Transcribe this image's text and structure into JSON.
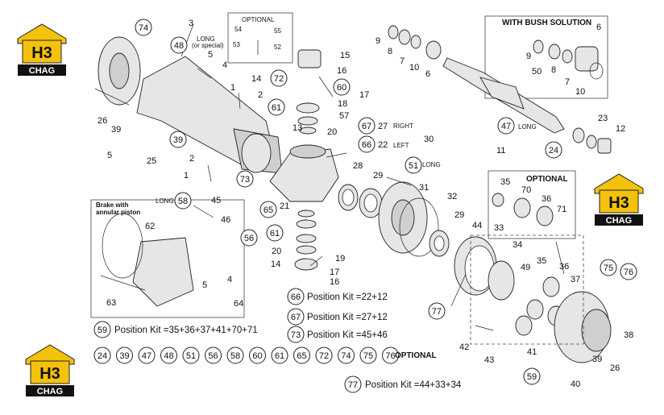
{
  "logos": {
    "top": "CHAG",
    "mid": "CHAG",
    "bottom": "CHAG",
    "mark": "H3"
  },
  "boxes": {
    "optional_top": "OPTIONAL",
    "bush": "WITH BUSH SOLUTION",
    "optional_right": "OPTIONAL",
    "brake_line1": "Brake with",
    "brake_line2": "annular piston"
  },
  "notes": {
    "long_special_1": "LONG",
    "long_special_2": "(or special)",
    "right": "RIGHT",
    "left": "LEFT",
    "long_51": "LONG",
    "long_47": "LONG",
    "long_58": "LONG"
  },
  "labels": {
    "p3": "3",
    "p5a": "5",
    "p4a": "4",
    "p1a": "1",
    "p2a": "2",
    "p26a": "26",
    "p39a": "39",
    "p5b": "5",
    "p25": "25",
    "p2b": "2",
    "p1b": "1",
    "p45": "45",
    "p46": "46",
    "p15": "15",
    "p14a": "14",
    "p16a": "16",
    "p17a": "17",
    "p18": "18",
    "p57": "57",
    "p13": "13",
    "p20a": "20",
    "p27": "27",
    "p22": "22",
    "p54": "54",
    "p55": "55",
    "p53": "53",
    "p52": "52",
    "p9a": "9",
    "p8a": "8",
    "p7a": "7",
    "p10a": "10",
    "p6a": "6",
    "p6b": "6",
    "p9b": "9",
    "p50": "50",
    "p8b": "8",
    "p7b": "7",
    "p10b": "10",
    "p23": "23",
    "p12": "12",
    "p11": "11",
    "p30": "30",
    "p28": "28",
    "p29a": "29",
    "p31": "31",
    "p32": "32",
    "p29b": "29",
    "p44": "44",
    "p33": "33",
    "p34": "34",
    "p49": "49",
    "p35a": "35",
    "p36a": "36",
    "p37": "37",
    "p35b": "35",
    "p70": "70",
    "p36b": "36",
    "p71": "71",
    "p38": "38",
    "p42": "42",
    "p43": "43",
    "p41": "41",
    "p39b": "39",
    "p26b": "26",
    "p40": "40",
    "p21": "21",
    "p19": "19",
    "p14b": "14",
    "p17b": "17",
    "p16b": "16",
    "p20b": "20",
    "p62": "62",
    "p63": "63",
    "p5c": "5",
    "p4b": "4",
    "p64": "64"
  },
  "callouts": {
    "c74": "74",
    "c48": "48",
    "c72": "72",
    "c60": "60",
    "c61a": "61",
    "c67": "67",
    "c66": "66",
    "c51": "51",
    "c73": "73",
    "c39": "39",
    "c58": "58",
    "c65": "65",
    "c61b": "61",
    "c56": "56",
    "c47": "47",
    "c24": "24",
    "c75": "75",
    "c76": "76",
    "c77": "77",
    "c59": "59"
  },
  "kits": {
    "k66_num": "66",
    "k66_text": "Position Kit =22+12",
    "k67_num": "67",
    "k67_text": "Position Kit =27+12",
    "k73_num": "73",
    "k73_text": "Position Kit =45+46",
    "k59_num": "59",
    "k59_text": "Position Kit =35+36+37+41+70+71",
    "k77_num": "77",
    "k77_text": "Position Kit =44+33+34"
  },
  "optional_row": {
    "items": [
      "24",
      "39",
      "47",
      "48",
      "51",
      "56",
      "58",
      "60",
      "61",
      "65",
      "72",
      "74",
      "75",
      "76"
    ],
    "label": "OPTIONAL"
  }
}
